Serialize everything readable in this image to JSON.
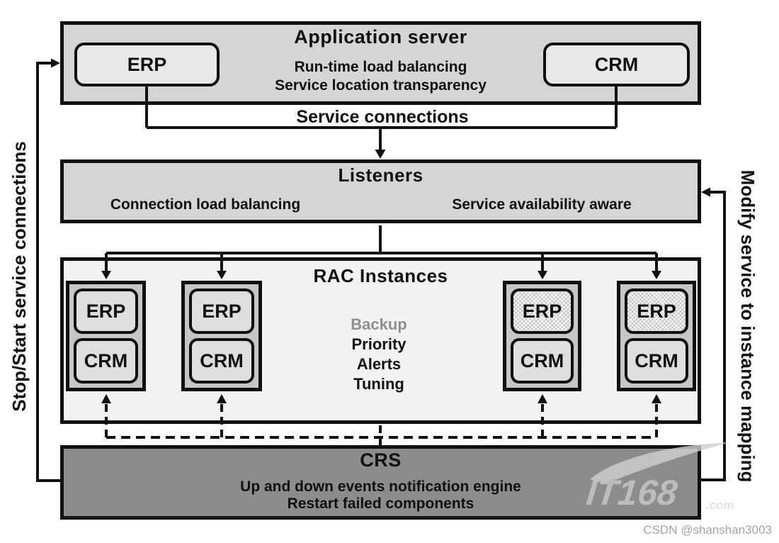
{
  "app_server": {
    "title": "Application server",
    "subtitle1": "Run-time load balancing",
    "subtitle2": "Service location transparency",
    "erp_label": "ERP",
    "crm_label": "CRM"
  },
  "service_connections_label": "Service connections",
  "listeners": {
    "title": "Listeners",
    "feature_left": "Connection load balancing",
    "feature_right": "Service availability aware"
  },
  "rac": {
    "title": "RAC Instances",
    "features": [
      {
        "text": "Backup",
        "muted": true
      },
      {
        "text": "Priority",
        "muted": false
      },
      {
        "text": "Alerts",
        "muted": false
      },
      {
        "text": "Tuning",
        "muted": false
      }
    ],
    "instances": [
      {
        "erp": "ERP",
        "crm": "CRM",
        "erp_hatched": false
      },
      {
        "erp": "ERP",
        "crm": "CRM",
        "erp_hatched": false
      },
      {
        "erp": "ERP",
        "crm": "CRM",
        "erp_hatched": true
      },
      {
        "erp": "ERP",
        "crm": "CRM",
        "erp_hatched": true
      }
    ]
  },
  "crs": {
    "title": "CRS",
    "subtitle1": "Up and down events notification engine",
    "subtitle2": "Restart failed components"
  },
  "side_labels": {
    "left": "Stop/Start service connections",
    "right": "Modify service to instance mapping"
  },
  "watermark": {
    "text": "IT168",
    "suffix": ".com"
  },
  "credit": "CSDN @shanshan3003",
  "colors": {
    "box_fill": "#d5d5d5",
    "inner_fill": "#e8e8e8",
    "rac_fill": "#f2f2f2",
    "instance_fill": "#c6c6c6",
    "crs_fill": "#8c8c8c",
    "border": "#101010",
    "muted_text": "#8f8f8f"
  }
}
